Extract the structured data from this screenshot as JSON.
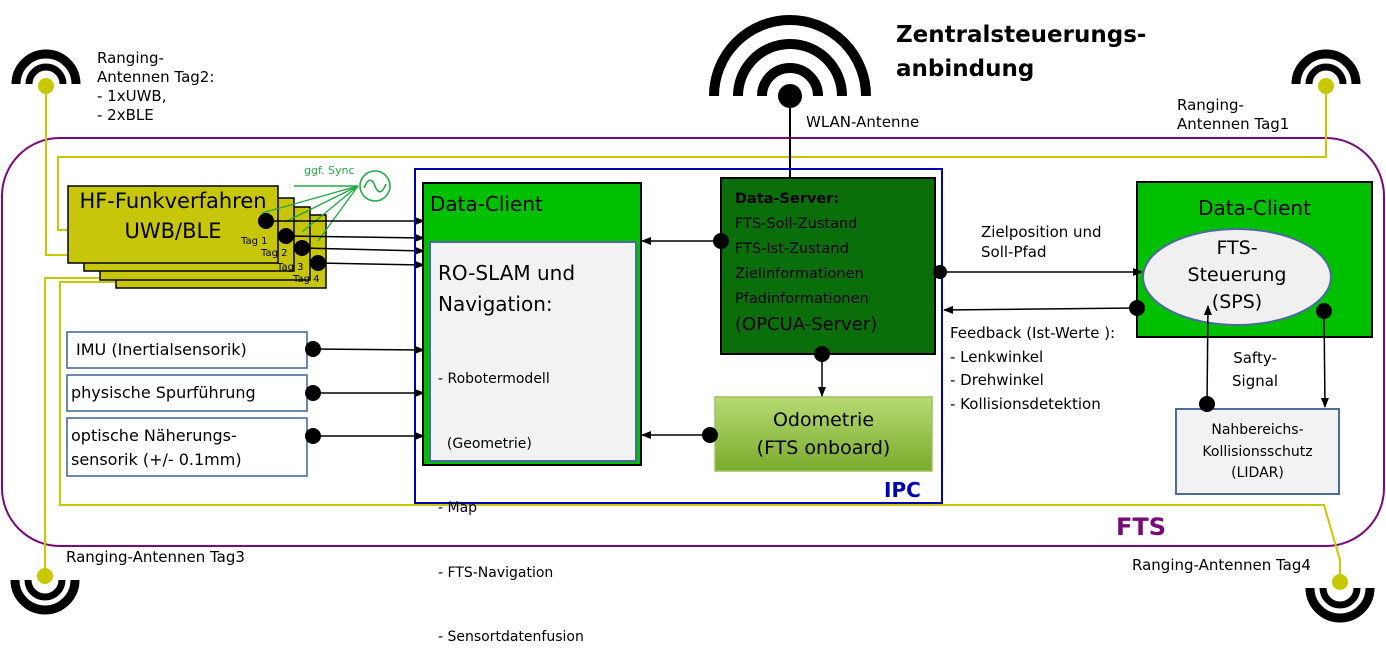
{
  "title": {
    "line1": "Zentralsteuerungs-",
    "line2": "anbindung"
  },
  "wlan_label": "WLAN-Antenne",
  "antennas": {
    "tag2": {
      "line1": "Ranging-",
      "line2": "Antennen Tag2:",
      "items": [
        "- 1xUWB,",
        "- 2xBLE"
      ]
    },
    "tag1": {
      "line1": "Ranging-",
      "line2": "Antennen Tag1"
    },
    "tag3": "Ranging-Antennen Tag3",
    "tag4": "Ranging-Antennen Tag4"
  },
  "hf": {
    "line1": "HF-Funkverfahren",
    "line2": "UWB/BLE",
    "tags": [
      "Tag 1",
      "Tag 2",
      "Tag 3",
      "Tag 4"
    ],
    "sync": "ggf. Sync"
  },
  "sensors": [
    "IMU (Inertialsensorik)",
    "physische Spurführung",
    "optische Näherungs-\nsensorik (+/- 0.1mm)"
  ],
  "ipc": {
    "label": "IPC",
    "data_client": "Data-Client",
    "slam": {
      "title_line1": "RO-SLAM und",
      "title_line2": "Navigation:",
      "items": [
        "- Robotermodell",
        "  (Geometrie)",
        "- Map",
        "- FTS-Navigation",
        "- Sensortdatenfusion"
      ]
    },
    "server": {
      "title": "Data-Server:",
      "items": [
        "FTS-Soll-Zustand",
        "FTS-Ist-Zustand",
        "Zielinformationen",
        "Pfadinformationen"
      ],
      "footer": "(OPCUA-Server)"
    },
    "odometrie": {
      "line1": "Odometrie",
      "line2": "(FTS onboard)"
    }
  },
  "links": {
    "ziel": "Zielposition und\nSoll-Pfad",
    "feedback_title": "Feedback (Ist-Werte ):",
    "feedback_items": [
      "- Lenkwinkel",
      "- Drehwinkel",
      "- Kollisionsdetektion"
    ]
  },
  "right_client": {
    "title": "Data-Client",
    "ellipse_line1": "FTS-",
    "ellipse_line2": "Steuerung",
    "ellipse_line3": "(SPS)"
  },
  "safety": "Safty-\nSignal",
  "lidar": {
    "line1": "Nahbereichs-",
    "line2": "Kollisionsschutz",
    "line3": "(LIDAR)"
  },
  "fts_label": "FTS",
  "colors": {
    "purple": "#7a0a7a",
    "olive": "#c8c800",
    "hf_fill": "#c8c60a",
    "green": "#00c000",
    "dark_green": "#0a6e0a",
    "odo_green": "#8cbc3c",
    "blue": "#0000b4",
    "slate": "#4a6c9c",
    "sync_green": "#22aa44"
  },
  "icons": [
    "antenna-icon",
    "sine-icon"
  ]
}
